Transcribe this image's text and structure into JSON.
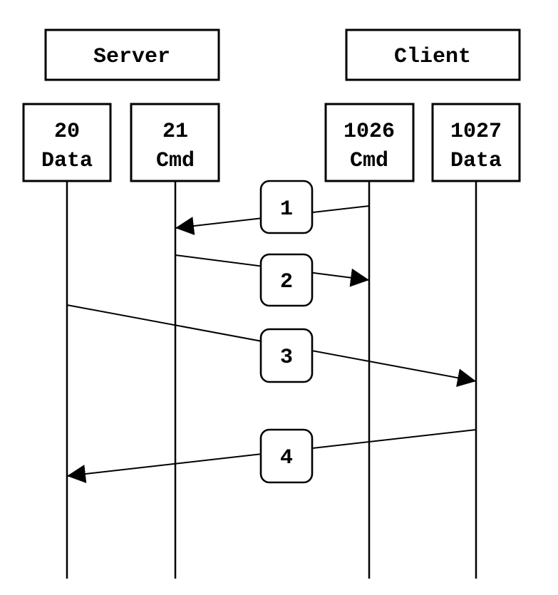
{
  "diagram": {
    "type": "sequence-diagram",
    "actors": [
      {
        "label": "Server"
      },
      {
        "label": "Client"
      }
    ],
    "ports": [
      {
        "number": "20",
        "role": "Data",
        "owner": "Server"
      },
      {
        "number": "21",
        "role": "Cmd",
        "owner": "Server"
      },
      {
        "number": "1026",
        "role": "Cmd",
        "owner": "Client"
      },
      {
        "number": "1027",
        "role": "Data",
        "owner": "Client"
      }
    ],
    "messages": [
      {
        "label": "1",
        "from_port": "1026",
        "to_port": "21",
        "direction": "client-to-server"
      },
      {
        "label": "2",
        "from_port": "21",
        "to_port": "1026",
        "direction": "server-to-client"
      },
      {
        "label": "3",
        "from_port": "20",
        "to_port": "1027",
        "direction": "server-to-client"
      },
      {
        "label": "4",
        "from_port": "1027",
        "to_port": "20",
        "direction": "client-to-server"
      }
    ],
    "colors": {
      "stroke": "#000000",
      "fill": "#ffffff",
      "background": "#ffffff"
    }
  }
}
